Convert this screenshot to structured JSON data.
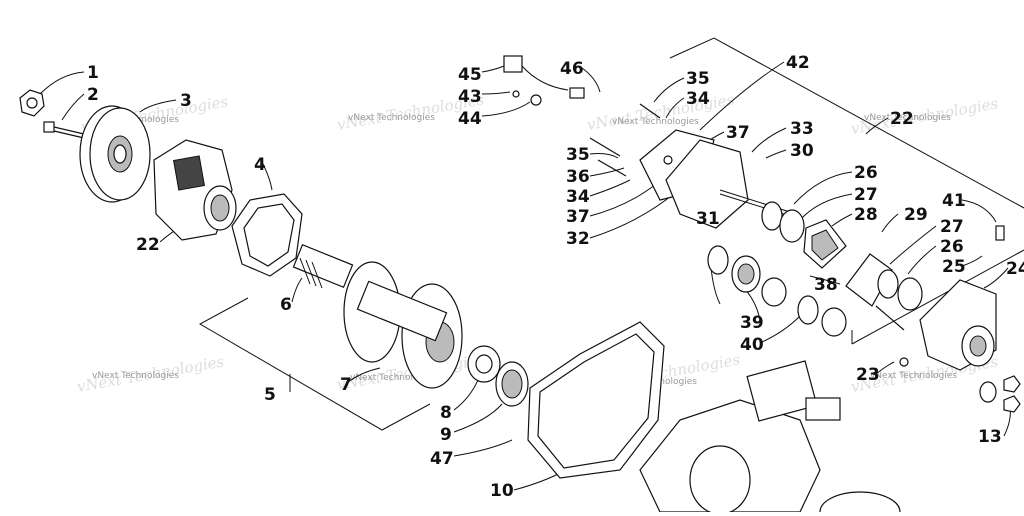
{
  "labels": [
    "1",
    "2",
    "3",
    "4",
    "22",
    "6",
    "5",
    "7",
    "8",
    "9",
    "47",
    "10",
    "45",
    "43",
    "44",
    "46",
    "35",
    "34",
    "42",
    "37",
    "33",
    "30",
    "35",
    "36",
    "34",
    "37",
    "32",
    "31",
    "26",
    "27",
    "28",
    "29",
    "22",
    "41",
    "27",
    "26",
    "25",
    "24",
    "38",
    "39",
    "40",
    "23",
    "13"
  ],
  "watermark": "vNext Technologies"
}
